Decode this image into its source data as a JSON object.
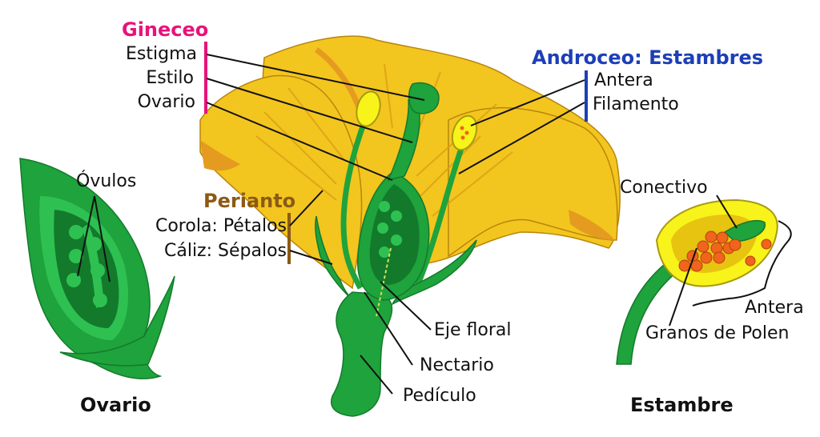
{
  "gineceo": {
    "title": "Gineceo",
    "color": "#e8127c",
    "parts": [
      "Estigma",
      "Estilo",
      "Ovario"
    ]
  },
  "androceo": {
    "title": "Androceo: Estambres",
    "color": "#1c3fb7",
    "parts": [
      "Antera",
      "Filamento"
    ]
  },
  "perianto": {
    "title": "Perianto",
    "color": "#8b5a14",
    "parts": [
      "Corola: Pétalos",
      "Cáliz: Sépalos"
    ]
  },
  "flower_labels": {
    "eje_floral": "Eje floral",
    "nectario": "Nectario",
    "pediculo": "Pedículo"
  },
  "ovario_panel": {
    "ovulos": "Óvulos",
    "caption": "Ovario"
  },
  "estambre_panel": {
    "conectivo": "Conectivo",
    "antera": "Antera",
    "granos": "Granos de Polen",
    "caption": "Estambre"
  },
  "colors": {
    "petal": "#f3c51f",
    "petal_dark": "#e59b20",
    "green": "#1fa33c",
    "green_light": "#2ec152",
    "green_dark": "#137a2b",
    "anther": "#f8f31a",
    "pollen": "#f0641c"
  }
}
